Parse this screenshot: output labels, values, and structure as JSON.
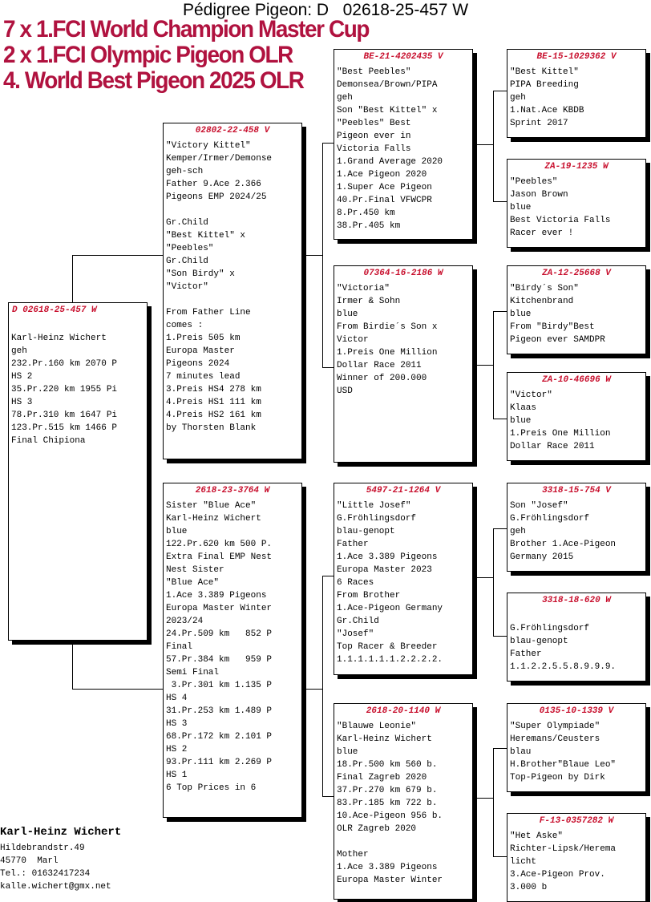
{
  "header": {
    "title": "Pédigree Pigeon: D   02618-25-457 W",
    "headlines": [
      "7 x 1.FCI World Champion Master Cup",
      "2 x 1.FCI Olympic Pigeon OLR",
      "4. World Best Pigeon 2025 OLR"
    ]
  },
  "cards": {
    "subject": {
      "ring": "D   02618-25-457 W",
      "lines": [
        "",
        "Karl-Heinz Wichert",
        "geh",
        "232.Pr.160 km 2070 P",
        "HS 2",
        "35.Pr.220 km 1955 Pi",
        "HS 3",
        "78.Pr.310 km 1647 Pi",
        "123.Pr.515 km 1466 P",
        "Final Chipiona"
      ]
    },
    "sire": {
      "ring": "02802-22-458 V",
      "lines": [
        "\"Victory Kittel\"",
        "Kemper/Irmer/Demonse",
        "geh-sch",
        "Father 9.Ace 2.366",
        "Pigeons EMP 2024/25",
        "",
        "Gr.Child",
        "\"Best Kittel\" x",
        "\"Peebles\"",
        "Gr.Child",
        "\"Son Birdy\" x",
        "\"Victor\"",
        "",
        "From Father Line",
        "comes :",
        "1.Preis 505 km",
        "Europa Master",
        "Pigeons 2024",
        "7 minutes lead",
        "3.Preis HS4 278 km",
        "4.Preis HS1 111 km",
        "4.Preis HS2 161 km",
        "by Thorsten Blank"
      ]
    },
    "dam": {
      "ring": "2618-23-3764 W",
      "lines": [
        "Sister \"Blue Ace\"",
        "Karl-Heinz Wichert",
        "blue",
        "122.Pr.620 km 500 P.",
        "Extra Final EMP Nest",
        "Nest Sister",
        "\"Blue Ace\"",
        "1.Ace 3.389 Pigeons",
        "Europa Master Winter",
        "2023/24",
        "24.Pr.509 km   852 P",
        "Final",
        "57.Pr.384 km   959 P",
        "Semi Final",
        " 3.Pr.301 km 1.135 P",
        "HS 4",
        "31.Pr.253 km 1.489 P",
        "HS 3",
        "68.Pr.172 km 2.101 P",
        "HS 2",
        "93.Pr.111 km 2.269 P",
        "HS 1",
        "6 Top Prices in 6"
      ]
    },
    "ss": {
      "ring": "BE-21-4202435 V",
      "lines": [
        "\"Best Peebles\"",
        "Demonsea/Brown/PIPA",
        "geh",
        "Son \"Best Kittel\" x",
        "\"Peebles\" Best",
        "Pigeon ever in",
        "Victoria Falls",
        "1.Grand Average 2020",
        "1.Ace Pigeon 2020",
        "1.Super Ace Pigeon",
        "40.Pr.Final VFWCPR",
        "8.Pr.450 km",
        "38.Pr.405 km"
      ]
    },
    "sd": {
      "ring": "07364-16-2186 W",
      "lines": [
        "\"Victoria\"",
        "Irmer & Sohn",
        "blue",
        "From Birdie´s Son x",
        "Victor",
        "1.Preis One Million",
        "Dollar Race 2011",
        "Winner of 200.000",
        "USD"
      ]
    },
    "ds": {
      "ring": "5497-21-1264 V",
      "lines": [
        "\"Little Josef\"",
        "G.Fröhlingsdorf",
        "blau-genopt",
        "Father",
        "1.Ace 3.389 Pigeons",
        "Europa Master 2023",
        "6 Races",
        "From Brother",
        "1.Ace-Pigeon Germany",
        "Gr.Child",
        "\"Josef\"",
        "Top Racer & Breeder",
        "1.1.1.1.1.1.2.2.2.2."
      ]
    },
    "dd": {
      "ring": "2618-20-1140 W",
      "lines": [
        "\"Blauwe Leonie\"",
        "Karl-Heinz Wichert",
        "blue",
        "18.Pr.500 km 560 b.",
        "Final Zagreb 2020",
        "37.Pr.270 km 679 b.",
        "83.Pr.185 km 722 b.",
        "10.Ace-Pigeon 956 b.",
        "OLR Zagreb 2020",
        "",
        "Mother",
        "1.Ace 3.389 Pigeons",
        "Europa Master Winter"
      ]
    },
    "sss": {
      "ring": "BE-15-1029362 V",
      "lines": [
        "\"Best Kittel\"",
        "PIPA Breeding",
        "geh",
        "1.Nat.Ace KBDB",
        "Sprint 2017"
      ]
    },
    "ssd": {
      "ring": "ZA-19-1235 W",
      "lines": [
        "\"Peebles\"",
        "Jason Brown",
        "blue",
        "Best Victoria Falls",
        "Racer ever !"
      ]
    },
    "sds": {
      "ring": "ZA-12-25668 V",
      "lines": [
        "\"Birdy´s Son\"",
        "Kitchenbrand",
        "blue",
        "From \"Birdy\"Best",
        "Pigeon ever SAMDPR"
      ]
    },
    "sdd": {
      "ring": "ZA-10-46696 W",
      "lines": [
        "\"Victor\"",
        "Klaas",
        "blue",
        "1.Preis One Million",
        "Dollar Race 2011"
      ]
    },
    "dss": {
      "ring": "3318-15-754 V",
      "lines": [
        "Son \"Josef\"",
        "G.Fröhlingsdorf",
        "geh",
        "Brother 1.Ace-Pigeon",
        "Germany 2015"
      ]
    },
    "dsd": {
      "ring": "3318-18-620 W",
      "lines": [
        "",
        "G.Fröhlingsdorf",
        "blau-genopt",
        "Father",
        "1.1.2.2.5.5.8.9.9.9."
      ]
    },
    "dds": {
      "ring": "0135-10-1339 V",
      "lines": [
        "\"Super Olympiade\"",
        "Heremans/Ceusters",
        "blau",
        "H.Brother\"Blaue Leo\"",
        "Top-Pigeon by Dirk"
      ]
    },
    "ddd": {
      "ring": "F-13-0357282 W",
      "lines": [
        "\"Het Aske\"",
        "Richter-Lipsk/Herema",
        "licht",
        "3.Ace-Pigeon Prov.",
        "3.000 b"
      ]
    }
  },
  "breeder": {
    "name": "Karl-Heinz Wichert",
    "street": "Hildebrandstr.49",
    "city": "45770  Marl",
    "phone": "Tel.: 01632417234",
    "email": "kalle.wichert@gmx.net"
  }
}
